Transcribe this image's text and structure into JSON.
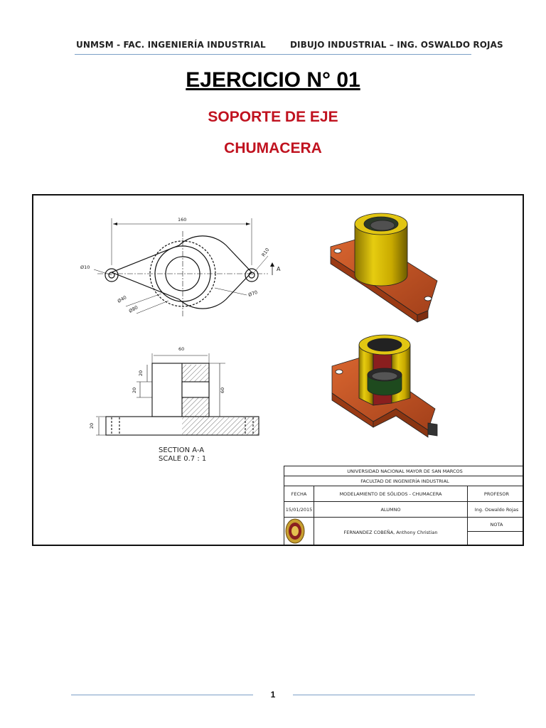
{
  "header": {
    "left": "UNMSM -  FAC. INGENIERÍA INDUSTRIAL",
    "right": "DIBUJO INDUSTRIAL – ING. OSWALDO ROJAS"
  },
  "title": "EJERCICIO N° 01",
  "subtitle1": "SOPORTE DE EJE",
  "subtitle2": "CHUMACERA",
  "drawing": {
    "dims": {
      "d160": "160",
      "d10": "Ø10",
      "r10": "R10",
      "d40": "Ø40",
      "d80": "Ø80",
      "d70": "Ø70",
      "sectionMark": "A",
      "d60w": "60",
      "d60h": "60",
      "d20a": "20",
      "d20b": "20",
      "d20c": "20"
    },
    "section_title": "SECTION A-A",
    "section_scale": "SCALE 0.7 : 1"
  },
  "title_block": {
    "university": "UNIVERSIDAD NACIONAL MAYOR DE SAN MARCOS",
    "faculty": "FACULTAD DE INGENIERÍA INDUSTRIAL",
    "fecha_label": "FECHA",
    "project": "MODELAMIENTO DE SÓLIDOS - CHUMACERA",
    "profesor_label": "PROFESOR",
    "date": "15/01/2015",
    "alumno_label": "ALUMNO",
    "profesor_name": "Ing. Oswaldo Rojas",
    "nota_label": "NOTA",
    "student_name": "FERNANDEZ COBEÑA, Anthony Christian"
  },
  "colors": {
    "accent_red": "#c0121f",
    "rule_blue": "#7b9fc7",
    "base_orange": "#c2501f",
    "cylinder_yellow": "#d8b800"
  },
  "page_number": "1"
}
